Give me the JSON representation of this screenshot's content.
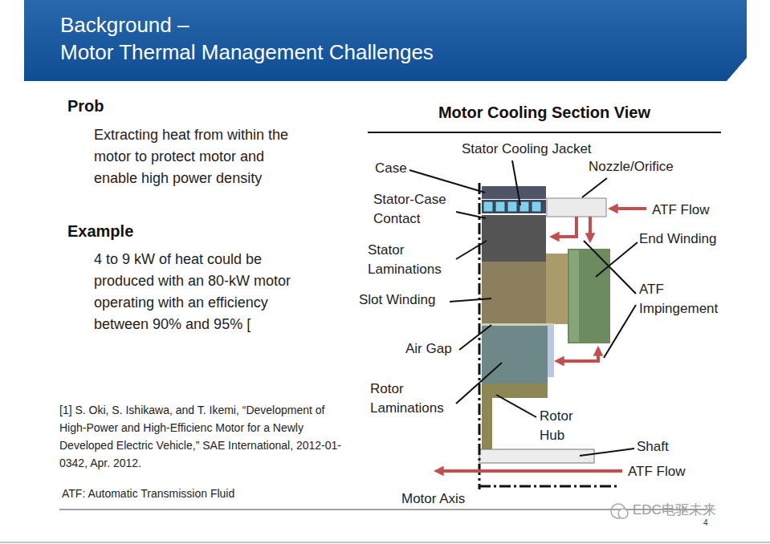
{
  "diagram": {
    "title": "Background – Motor Thermal Management Challenges",
    "labels": [
      "Prob",
      "Extracting heat from within the motor to protect motor and enable high power density",
      "Example",
      "4 to 9 kW of heat could be produced with an 80-kW motor operating with an efficiency between 90% and 95% [",
      "[1] S. Oki, S. Ishikawa, and T. Ikemi, “Development of High-Power and High-Efficienc Motor for a Newly Developed Electric Vehicle,” SAE International, 2012-01-0342, Apr. 2012.",
      "ATF: Automatic Transmission Fluid",
      "Motor Cooling Section View",
      "Case",
      "Stator Cooling Jacket",
      "Nozzle/Orifice",
      "Stator-Case Contact",
      "ATF Flow",
      "End Winding",
      "Stator Laminations",
      "ATF Impingement",
      "Slot Winding",
      "Air Gap",
      "Rotor Laminations",
      "Rotor Hub",
      "Shaft",
      "ATF Flow",
      "Motor Axis",
      "EDC电驱未来",
      "4"
    ]
  }
}
